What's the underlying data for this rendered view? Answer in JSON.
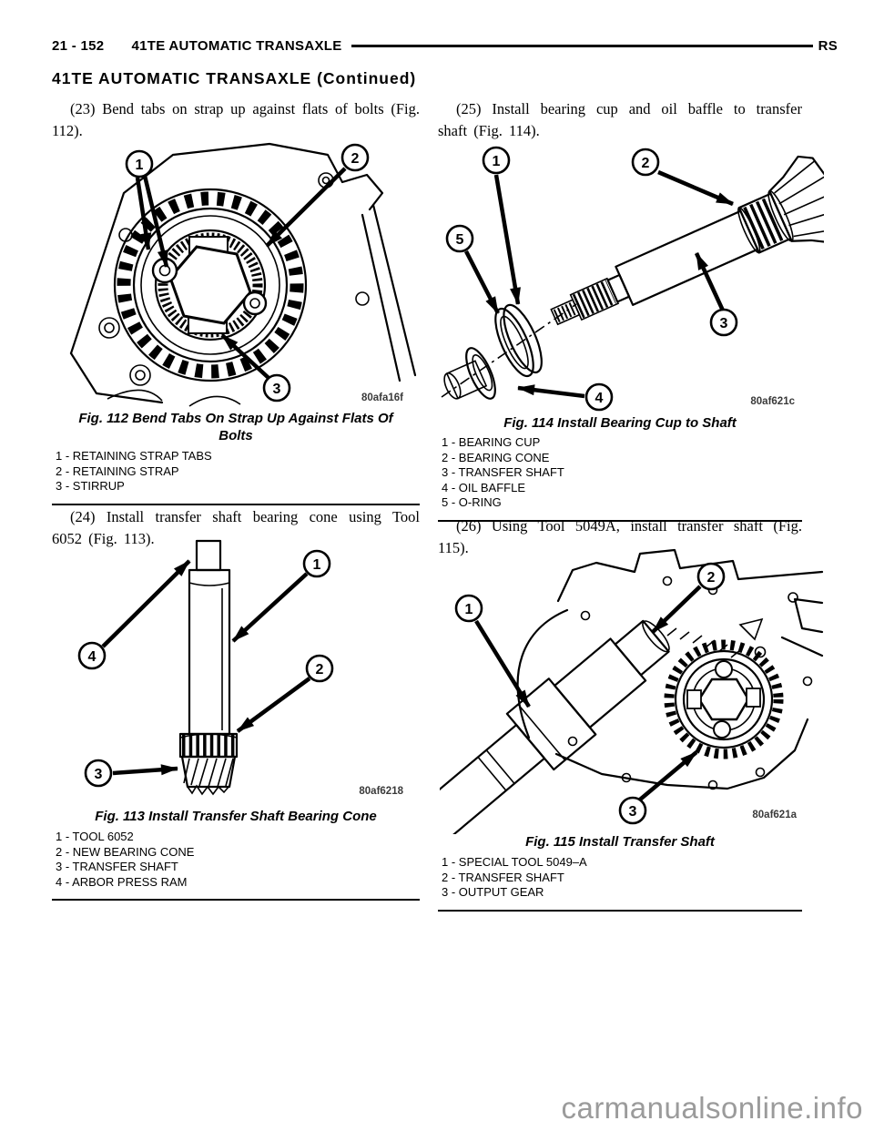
{
  "header": {
    "page_number": "21 - 152",
    "title": "41TE AUTOMATIC TRANSAXLE",
    "region_code": "RS"
  },
  "continued_heading": "41TE AUTOMATIC TRANSAXLE (Continued)",
  "steps": {
    "step23": "(23) Bend tabs on strap up against flats of bolts (Fig. 112).",
    "step24": "(24) Install transfer shaft bearing cone using Tool 6052 (Fig. 113).",
    "step25": "(25) Install bearing cup and oil baffle to transfer shaft (Fig. 114).",
    "step26": "(26) Using Tool 5049A, install transfer shaft (Fig. 115)."
  },
  "figures": {
    "fig112": {
      "caption": "Fig. 112 Bend Tabs On Strap Up Against Flats Of Bolts",
      "image_code": "80afa16f",
      "callouts": [
        "1",
        "2",
        "3"
      ],
      "legend": [
        "1 - RETAINING STRAP TABS",
        "2 - RETAINING STRAP",
        "3 - STIRRUP"
      ]
    },
    "fig113": {
      "caption": "Fig. 113 Install Transfer Shaft Bearing Cone",
      "image_code": "80af6218",
      "callouts": [
        "1",
        "2",
        "3",
        "4"
      ],
      "legend": [
        "1 - TOOL 6052",
        "2 - NEW BEARING CONE",
        "3 - TRANSFER SHAFT",
        "4 - ARBOR PRESS RAM"
      ]
    },
    "fig114": {
      "caption": "Fig. 114 Install Bearing Cup to Shaft",
      "image_code": "80af621c",
      "callouts": [
        "1",
        "2",
        "3",
        "4",
        "5"
      ],
      "legend": [
        "1 - BEARING CUP",
        "2 - BEARING CONE",
        "3 - TRANSFER SHAFT",
        "4 - OIL BAFFLE",
        "5 - O-RING"
      ]
    },
    "fig115": {
      "caption": "Fig. 115 Install Transfer Shaft",
      "image_code": "80af621a",
      "callouts": [
        "1",
        "2",
        "3"
      ],
      "legend": [
        "1 - SPECIAL TOOL 5049–A",
        "2 - TRANSFER SHAFT",
        "3 - OUTPUT GEAR"
      ]
    }
  },
  "watermark": "carmanualsonline.info",
  "colors": {
    "ink": "#000000",
    "watermark_grey": "#9b9b9b"
  }
}
